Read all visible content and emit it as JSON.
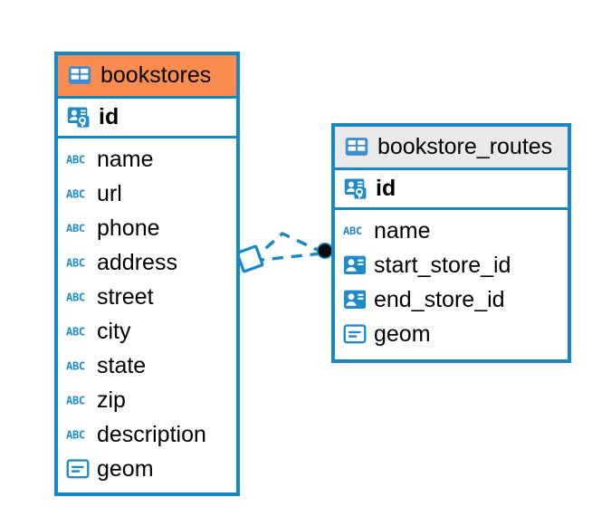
{
  "diagram": {
    "type": "entity-relationship-diagram",
    "background_color": "#ffffff",
    "accent_color": "#1488c8",
    "highlight_color": "#fa8c50",
    "neutral_header_color": "#e9e9e9"
  },
  "entities": [
    {
      "name": "bookstores",
      "header_style": "accent-orange",
      "table_icon": "table-icon",
      "primary_key": {
        "label": "id",
        "icon": "primary-key-icon"
      },
      "columns": [
        {
          "label": "name",
          "icon": "text-type-icon"
        },
        {
          "label": "url",
          "icon": "text-type-icon"
        },
        {
          "label": "phone",
          "icon": "text-type-icon"
        },
        {
          "label": "address",
          "icon": "text-type-icon"
        },
        {
          "label": "street",
          "icon": "text-type-icon"
        },
        {
          "label": "city",
          "icon": "text-type-icon"
        },
        {
          "label": "state",
          "icon": "text-type-icon"
        },
        {
          "label": "zip",
          "icon": "text-type-icon"
        },
        {
          "label": "description",
          "icon": "text-type-icon"
        },
        {
          "label": "geom",
          "icon": "geometry-type-icon"
        }
      ]
    },
    {
      "name": "bookstore_routes",
      "header_style": "accent-gray",
      "table_icon": "table-icon",
      "primary_key": {
        "label": "id",
        "icon": "primary-key-icon"
      },
      "columns": [
        {
          "label": "name",
          "icon": "text-type-icon"
        },
        {
          "label": "start_store_id",
          "icon": "foreign-key-icon"
        },
        {
          "label": "end_store_id",
          "icon": "foreign-key-icon"
        },
        {
          "label": "geom",
          "icon": "geometry-type-icon"
        }
      ]
    }
  ],
  "relationship": {
    "from_entity": "bookstores",
    "to_entity": "bookstore_routes",
    "line_style": "dashed",
    "line_color": "#1488c8",
    "source_marker": "diamond-outline-marker",
    "target_marker": "filled-circle-marker"
  }
}
